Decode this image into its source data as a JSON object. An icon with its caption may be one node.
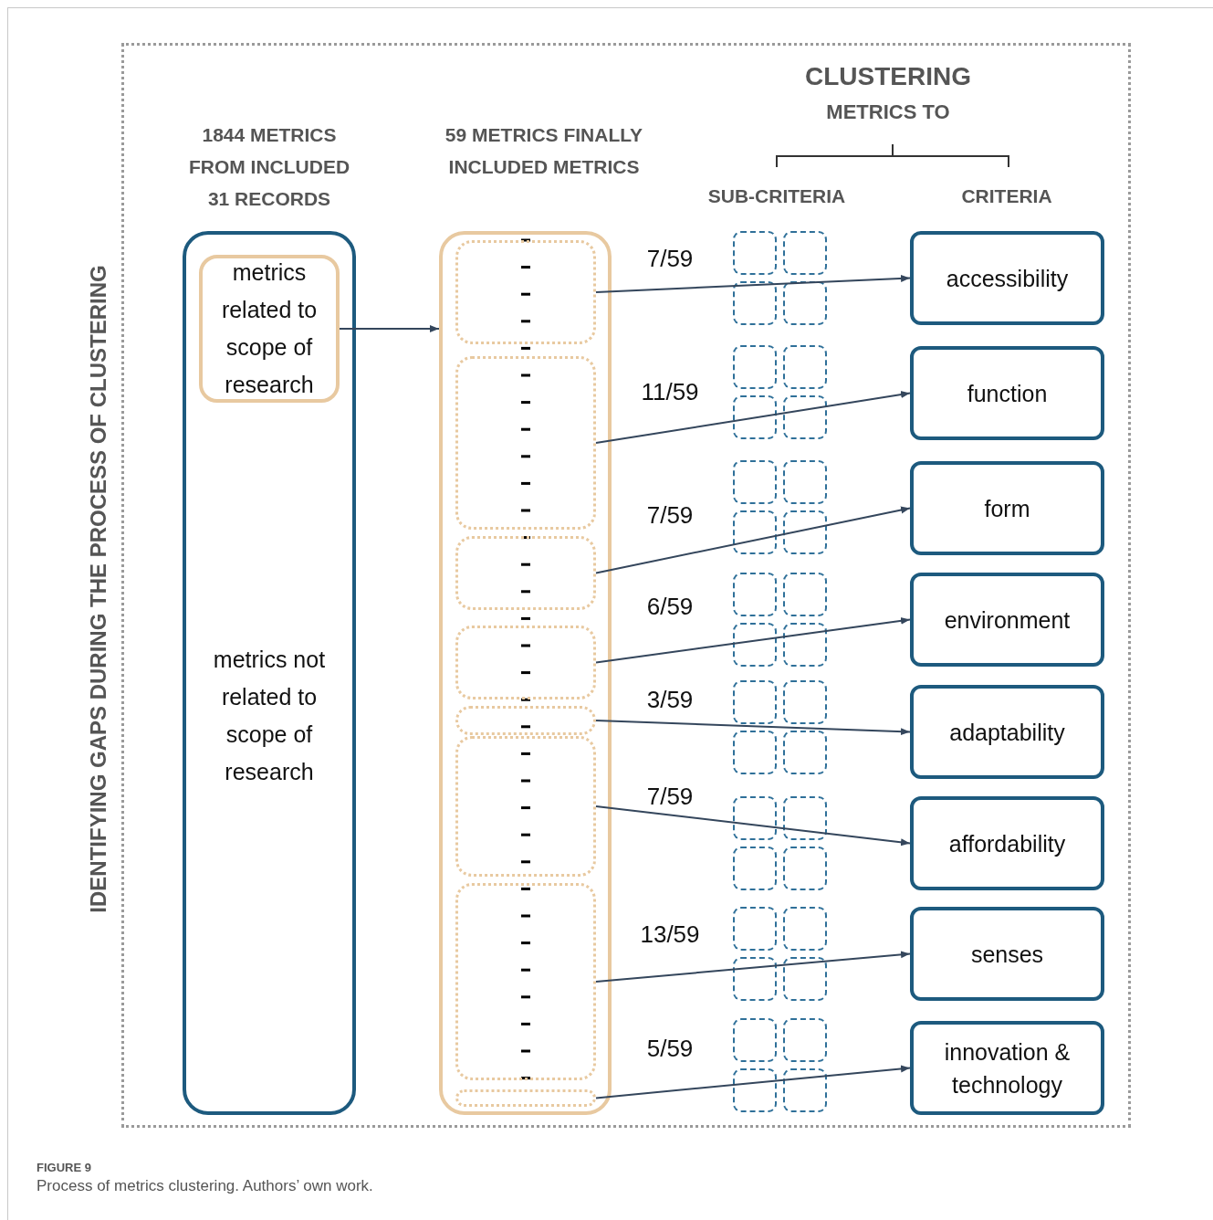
{
  "diagram": {
    "caption": "Process of metrics clustering. Authors’ own work.",
    "nodes": [
      {
        "text": [
          "1844 METRICS FROM INCLUDED 31 RECORDS",
          "metrics not related to scope of research"
        ]
      },
      {
        "text": [
          "metrics related to scope of research"
        ],
        "in": 0
      },
      {
        "text": [
          "59 METRICS FINALLY INCLUDED METRICS"
        ]
      },
      {
        "text": [],
        "shape": "box",
        "in": 2
      },
      {
        "text": [],
        "shape": "box",
        "in": 2
      },
      {
        "text": [],
        "shape": "box",
        "in": 2
      },
      {
        "text": [],
        "shape": "box",
        "in": 2
      },
      {
        "text": [],
        "shape": "box",
        "in": 2
      },
      {
        "text": [],
        "shape": "box",
        "in": 2
      },
      {
        "text": [],
        "shape": "box",
        "in": 2
      },
      {
        "text": [],
        "shape": "box",
        "in": 2
      },
      {
        "text": [
          "accessibility"
        ]
      },
      {
        "text": [
          "function"
        ]
      },
      {
        "text": [
          "form"
        ]
      },
      {
        "text": [
          "environment"
        ]
      },
      {
        "text": [
          "adaptability"
        ]
      },
      {
        "text": [
          "affordability"
        ]
      },
      {
        "text": [
          "senses"
        ]
      },
      {
        "text": [
          "innovation & technology"
        ]
      }
    ],
    "edges": [
      {
        "from": 1,
        "to": 2,
        "arrow": "to"
      },
      {
        "from": 3,
        "to": 11,
        "arrow": "to",
        "label": "7/59"
      },
      {
        "from": 4,
        "to": 12,
        "arrow": "to",
        "label": "11/59"
      },
      {
        "from": 5,
        "to": 13,
        "arrow": "to",
        "label": "7/59"
      },
      {
        "from": 6,
        "to": 14,
        "arrow": "to",
        "label": "6/59"
      },
      {
        "from": 7,
        "to": 15,
        "arrow": "to",
        "label": "3/59"
      },
      {
        "from": 8,
        "to": 16,
        "arrow": "to",
        "label": "7/59"
      },
      {
        "from": 9,
        "to": 17,
        "arrow": "to",
        "label": "13/59"
      },
      {
        "from": 10,
        "to": 18,
        "arrow": "to",
        "label": "5/59"
      }
    ],
    "labels": [
      "CLUSTERING",
      "METRICS TO",
      "SUB-CRITERIA",
      "CRITERIA",
      "IDENTIFYING GAPS DURING THE PROCESS OF CLUSTERING",
      "FIGURE 9"
    ]
  }
}
